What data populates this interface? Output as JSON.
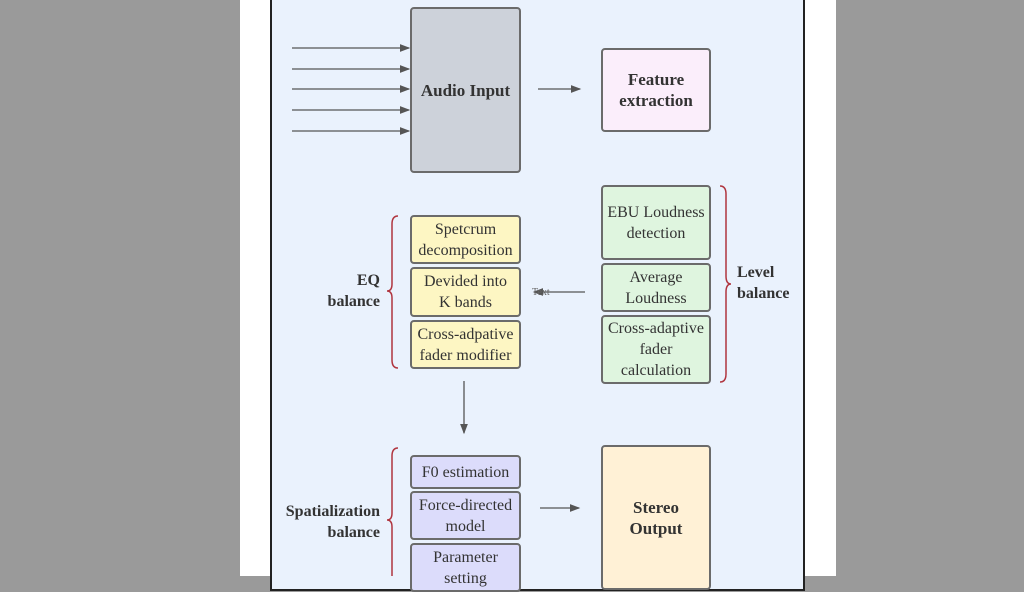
{
  "nodes": {
    "audio_input": "Audio Input",
    "feature_extraction": "Feature extraction",
    "ebu": "EBU Loudness detection",
    "average": "Average Loudness",
    "fader_calc": "Cross-adaptive fader calculation",
    "spectrum": "Spetcrum decomposition",
    "bands": "Devided into K bands",
    "fader_mod": "Cross-adpative fader modifier",
    "f0": "F0 estimation",
    "force": "Force-directed model",
    "param": "Parameter setting",
    "stereo": "Stereo Output"
  },
  "groups": {
    "level": "Level balance",
    "eq": "EQ balance",
    "spatial": "Spatialization balance"
  },
  "edge_label": "Text",
  "colors": {
    "audio": "#cdd2da",
    "feature": "#fbeefb",
    "green": "#dff5df",
    "yellow": "#fdf6c3",
    "purple": "#dcdcfb",
    "stereo": "#fff1d6",
    "bracket": "#b0353f"
  }
}
